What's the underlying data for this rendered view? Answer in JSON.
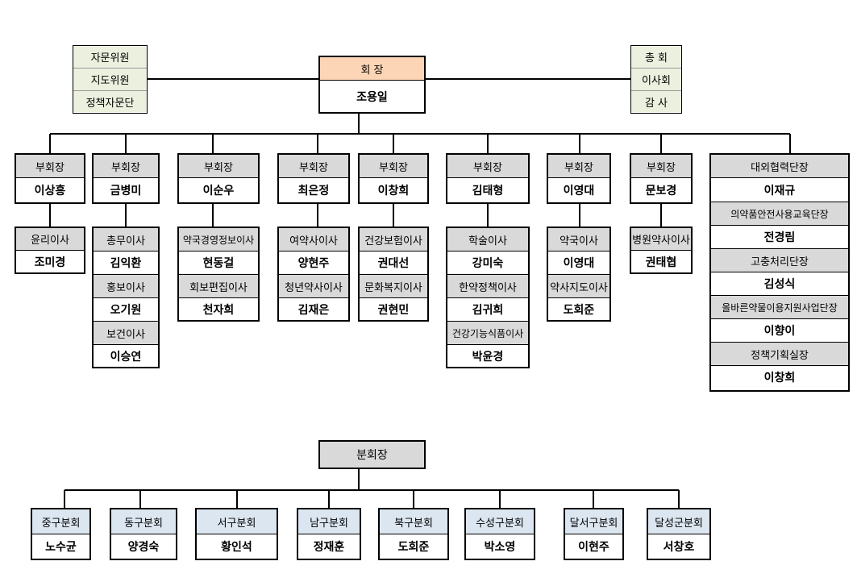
{
  "advisors": [
    "자문위원",
    "지도위원",
    "정책자문단"
  ],
  "assembly": [
    "총 회",
    "이사회",
    "감 사"
  ],
  "president": {
    "title": "회 장",
    "name": "조용일"
  },
  "vp": [
    {
      "title": "부회장",
      "name": "이상흥"
    },
    {
      "title": "부회장",
      "name": "금병미"
    },
    {
      "title": "부회장",
      "name": "이순우"
    },
    {
      "title": "부회장",
      "name": "최은정"
    },
    {
      "title": "부회장",
      "name": "이창희"
    },
    {
      "title": "부회장",
      "name": "김태형"
    },
    {
      "title": "부회장",
      "name": "이영대"
    },
    {
      "title": "부회장",
      "name": "문보경"
    }
  ],
  "directors": [
    [
      {
        "title": "윤리이사",
        "name": "조미경"
      }
    ],
    [
      {
        "title": "총무이사",
        "name": "김익환"
      },
      {
        "title": "홍보이사",
        "name": "오기원"
      },
      {
        "title": "보건이사",
        "name": "이승연"
      }
    ],
    [
      {
        "title": "약국경영정보이사",
        "name": "현동걸"
      },
      {
        "title": "회보편집이사",
        "name": "천자희"
      }
    ],
    [
      {
        "title": "여약사이사",
        "name": "양현주"
      },
      {
        "title": "청년약사이사",
        "name": "김재은"
      }
    ],
    [
      {
        "title": "건강보험이사",
        "name": "권대선"
      },
      {
        "title": "문화복지이사",
        "name": "권현민"
      }
    ],
    [
      {
        "title": "학술이사",
        "name": "강미숙"
      },
      {
        "title": "한약정책이사",
        "name": "김귀희"
      },
      {
        "title": "건강기능식품이사",
        "name": "박윤경"
      }
    ],
    [
      {
        "title": "약국이사",
        "name": "이영대"
      },
      {
        "title": "약사지도이사",
        "name": "도회준"
      }
    ],
    [
      {
        "title": "병원약사이사",
        "name": "권태협"
      }
    ]
  ],
  "external": [
    {
      "title": "대외협력단장",
      "name": "이재규"
    },
    {
      "title": "의약품안전사용교육단장",
      "name": "전경림"
    },
    {
      "title": "고충처리단장",
      "name": "김성식"
    },
    {
      "title": "올바른약물이용지원사업단장",
      "name": "이향이"
    },
    {
      "title": "정책기획실장",
      "name": "이창희"
    }
  ],
  "branch_head": "분회장",
  "branches": [
    {
      "title": "중구분회",
      "name": "노수균"
    },
    {
      "title": "동구분회",
      "name": "양경숙"
    },
    {
      "title": "서구분회",
      "name": "황인석"
    },
    {
      "title": "남구분회",
      "name": "정재훈"
    },
    {
      "title": "북구분회",
      "name": "도회준"
    },
    {
      "title": "수성구분회",
      "name": "박소영"
    },
    {
      "title": "달서구분회",
      "name": "이현주"
    },
    {
      "title": "달성군분회",
      "name": "서창호"
    }
  ]
}
